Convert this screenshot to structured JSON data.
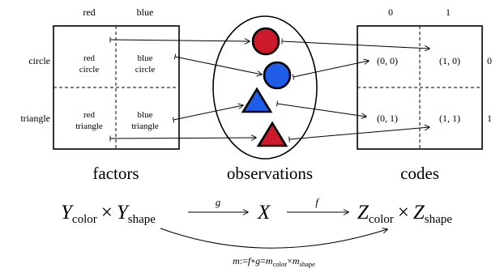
{
  "factors": {
    "col_headers": [
      "red",
      "blue"
    ],
    "row_headers": [
      "circle",
      "triangle"
    ],
    "cells": {
      "red_circle": [
        "red",
        "circle"
      ],
      "blue_circle": [
        "blue",
        "circle"
      ],
      "red_triangle": [
        "red",
        "triangle"
      ],
      "blue_triangle": [
        "blue",
        "triangle"
      ]
    },
    "caption": "factors"
  },
  "observations": {
    "caption": "observations",
    "shapes": [
      {
        "shape": "circle",
        "color": "#cc1a2b"
      },
      {
        "shape": "circle",
        "color": "#1f5de8"
      },
      {
        "shape": "triangle",
        "color": "#1f5de8"
      },
      {
        "shape": "triangle",
        "color": "#cc1a2b"
      }
    ]
  },
  "codes": {
    "col_headers": [
      "0",
      "1"
    ],
    "row_headers": [
      "0",
      "1"
    ],
    "cells": [
      "(0, 0)",
      "(1, 0)",
      "(0, 1)",
      "(1, 1)"
    ],
    "caption": "codes"
  },
  "equation": {
    "Y": "Y",
    "color_sub": "color",
    "times": "×",
    "shape_sub": "shape",
    "g": "g",
    "X": "X",
    "f": "f",
    "Z": "Z"
  },
  "composition": {
    "m": "m",
    "assign": ":=",
    "f": "f",
    "circ": "∘",
    "g": "g",
    "eq": "=",
    "m2": "m",
    "color_sub": "color",
    "times": "×",
    "m3": "m",
    "shape_sub": "shape"
  }
}
